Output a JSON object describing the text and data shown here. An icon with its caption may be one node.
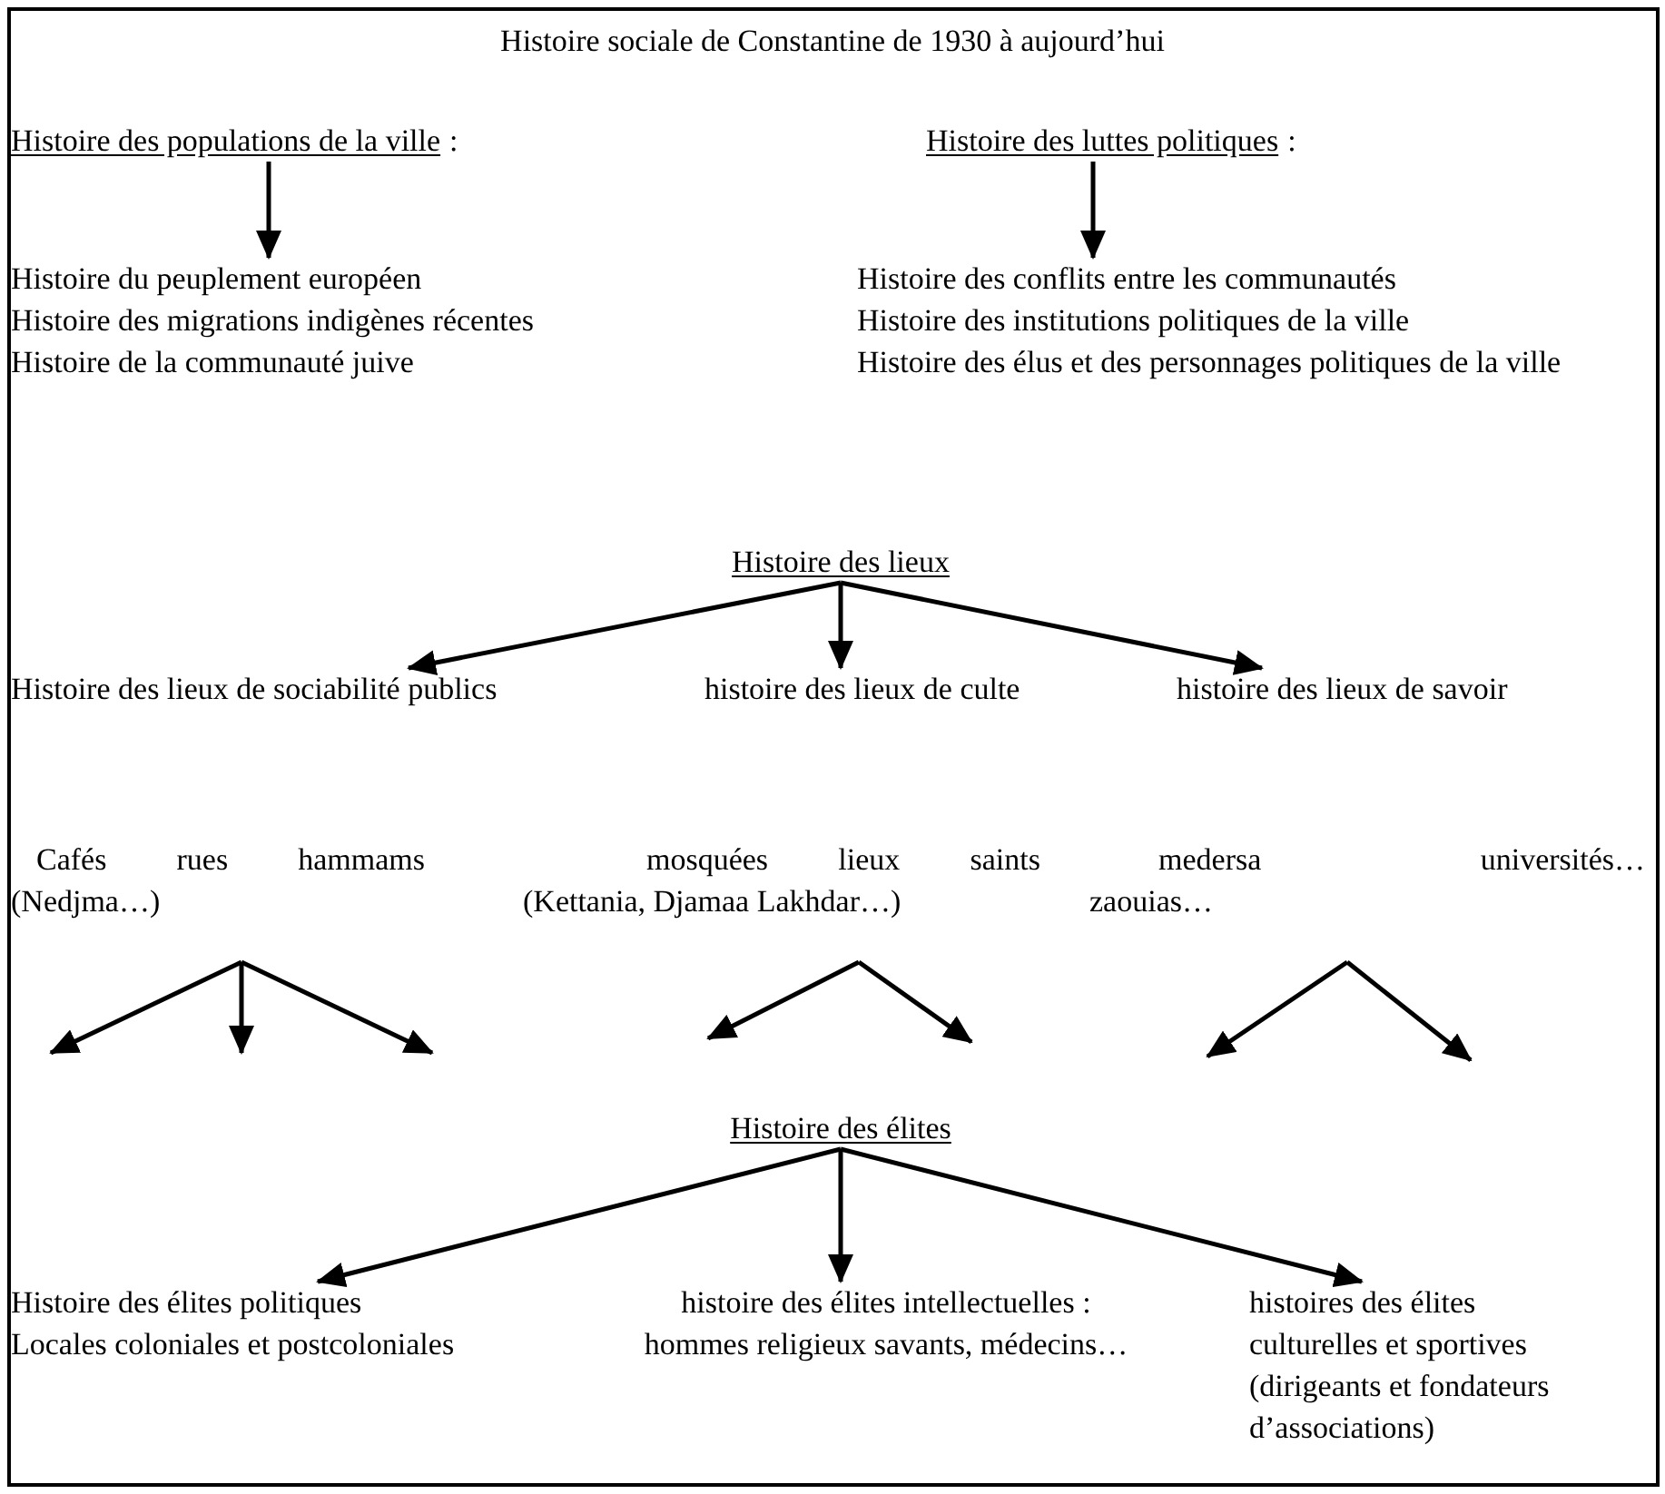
{
  "diagram": {
    "title": "Histoire sociale de Constantine de 1930 à aujourd’hui",
    "nodes": [
      {
        "text": [
          "Histoire des populations de la ville",
          ":"
        ]
      },
      {
        "text": [
          "Histoire du peuplement européen",
          "Histoire des migrations indigènes récentes",
          "Histoire de la communauté juive"
        ]
      },
      {
        "text": [
          "Histoire des luttes politiques",
          ":"
        ]
      },
      {
        "text": [
          "Histoire des conflits entre les communautés",
          "Histoire des institutions politiques de la ville",
          "Histoire des élus et des personnages politiques de la ville"
        ]
      },
      {
        "text": [
          "Histoire des lieux"
        ]
      },
      {
        "text": [
          "Histoire des lieux de sociabilité publics"
        ]
      },
      {
        "text": [
          "histoire des lieux de culte"
        ]
      },
      {
        "text": [
          "histoire des lieux de savoir"
        ]
      },
      {
        "text": [
          "Cafés rues hammams",
          "(Nedjma…)"
        ]
      },
      {
        "text": [
          "mosquées lieux saints",
          "(Kettania, Djamaa Lakhdar…)"
        ]
      },
      {
        "text": [
          "medersa universités…",
          "zaouias…"
        ]
      },
      {
        "text": [
          "Histoire des élites"
        ]
      },
      {
        "text": [
          "Histoire des élites politiques",
          "Locales coloniales et postcoloniales"
        ]
      },
      {
        "text": [
          "histoire des élites intellectuelles : hommes religieux savants, médecins…"
        ]
      },
      {
        "text": [
          "histoires des élites culturelles et sportives (dirigeants et fondateurs d’associations)"
        ]
      }
    ],
    "edges": [
      {
        "from": 0,
        "to": 1,
        "arrow": "to"
      },
      {
        "from": 2,
        "to": 3,
        "arrow": "to"
      },
      {
        "from": 4,
        "to": 5,
        "arrow": "to"
      },
      {
        "from": 4,
        "to": 6,
        "arrow": "to"
      },
      {
        "from": 4,
        "to": 7,
        "arrow": "to"
      },
      {
        "from": 8,
        "to": null,
        "arrow": "to"
      },
      {
        "from": 8,
        "to": null,
        "arrow": "to"
      },
      {
        "from": 8,
        "to": null,
        "arrow": "to"
      },
      {
        "from": 9,
        "to": null,
        "arrow": "to"
      },
      {
        "from": 9,
        "to": null,
        "arrow": "to"
      },
      {
        "from": 10,
        "to": null,
        "arrow": "to"
      },
      {
        "from": 10,
        "to": null,
        "arrow": "to"
      },
      {
        "from": 11,
        "to": 12,
        "arrow": "to"
      },
      {
        "from": 11,
        "to": 13,
        "arrow": "to"
      },
      {
        "from": 11,
        "to": 14,
        "arrow": "to"
      }
    ]
  }
}
